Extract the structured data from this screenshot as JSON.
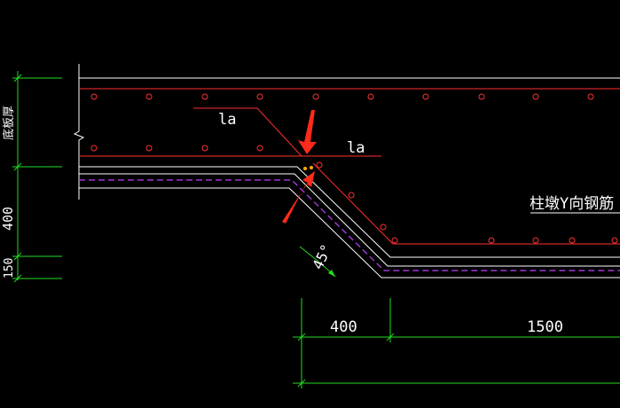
{
  "colors": {
    "background": "#000000",
    "outline": "#ffffff",
    "rebar": "#ff3030",
    "dashed": "#c040ff",
    "dimension": "#22dd22",
    "arrow": "#ff2a1a",
    "highlight_dot": "#ffaa00"
  },
  "labels": {
    "la_upper": "la",
    "la_lower": "la",
    "callout": "柱墩Y向钢筋",
    "angle": "45°",
    "left_vertical_text": "底板厚",
    "left_dim_400": "400",
    "left_dim_150": "150",
    "bottom_dim_400": "400",
    "bottom_dim_1500": "1500"
  },
  "icons": {
    "arrows": "red-pointer-arrow-icon"
  }
}
